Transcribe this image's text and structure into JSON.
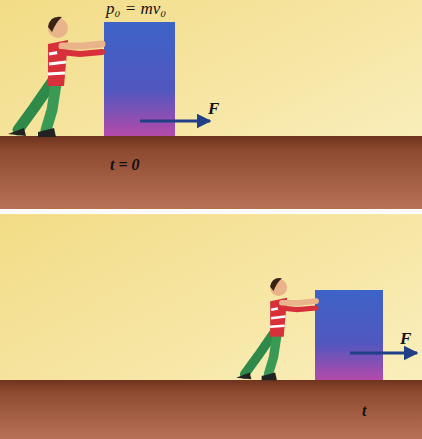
{
  "diagram": {
    "labels": [
      "p₀ = mv₀",
      "F",
      "t = 0",
      "F",
      "t"
    ]
  }
}
